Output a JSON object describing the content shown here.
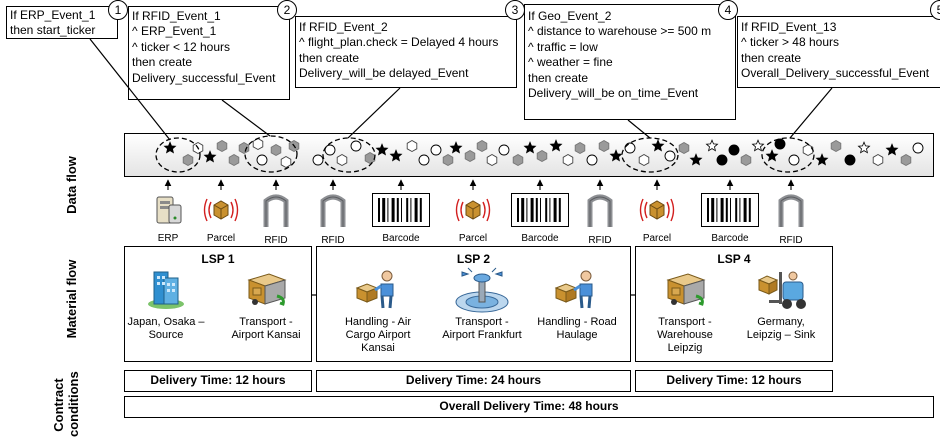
{
  "callouts": [
    {
      "number": "1",
      "lines": [
        "If ERP_Event_1",
        "then start_ticker"
      ]
    },
    {
      "number": "2",
      "lines": [
        "If RFID_Event_1",
        "^ ERP_Event_1",
        "^ ticker < 12 hours",
        "then create",
        "Delivery_successful_Event"
      ]
    },
    {
      "number": "3",
      "lines": [
        "If RFID_Event_2",
        "^ flight_plan.check = Delayed 4 hours",
        "then create",
        "Delivery_will_be delayed_Event"
      ]
    },
    {
      "number": "4",
      "lines": [
        "If Geo_Event_2",
        "^ distance to warehouse >= 500 m",
        "^ traffic = low",
        "^ weather = fine",
        "then create",
        "Delivery_will_be on_time_Event"
      ]
    },
    {
      "number": "5",
      "lines": [
        "If RFID_Event_13",
        "^ ticker > 48 hours",
        "then create",
        "Overall_Delivery_successful_Event"
      ]
    }
  ],
  "row_labels": {
    "data_flow": "Data flow",
    "material_flow": "Material flow",
    "contract_conditions": "Contract conditions"
  },
  "sources": [
    {
      "label": "ERP",
      "icon": "server-icon"
    },
    {
      "label": "Parcel",
      "icon": "parcel-icon"
    },
    {
      "label": "RFID",
      "icon": "rfid-gate-icon"
    },
    {
      "label": "RFID",
      "icon": "rfid-gate-icon"
    },
    {
      "label": "Barcode",
      "icon": "barcode-icon"
    },
    {
      "label": "Parcel",
      "icon": "parcel-icon"
    },
    {
      "label": "Barcode",
      "icon": "barcode-icon"
    },
    {
      "label": "RFID",
      "icon": "rfid-gate-icon"
    },
    {
      "label": "Parcel",
      "icon": "parcel-icon"
    },
    {
      "label": "Barcode",
      "icon": "barcode-icon"
    },
    {
      "label": "RFID",
      "icon": "rfid-gate-icon"
    }
  ],
  "lsps": [
    {
      "title": "LSP 1",
      "nodes": [
        {
          "label": "Japan, Osaka – Source",
          "icon": "building-icon"
        },
        {
          "label": "Transport - Airport Kansai",
          "icon": "truck-icon"
        }
      ]
    },
    {
      "title": "LSP 2",
      "nodes": [
        {
          "label": "Handling - Air Cargo Airport Kansai",
          "icon": "worker-icon"
        },
        {
          "label": "Transport - Airport Frankfurt",
          "icon": "airport-icon"
        },
        {
          "label": "Handling - Road Haulage",
          "icon": "worker-icon"
        }
      ]
    },
    {
      "title": "LSP 4",
      "nodes": [
        {
          "label": "Transport - Warehouse Leipzig",
          "icon": "truck-icon"
        },
        {
          "label": "Germany, Leipzig – Sink",
          "icon": "forklift-icon"
        }
      ]
    }
  ],
  "contracts": {
    "delivery_times": [
      "Delivery Time: 12 hours",
      "Delivery Time: 24 hours",
      "Delivery Time: 12 hours"
    ],
    "overall": "Overall Delivery Time: 48 hours"
  },
  "colors": {
    "hexagon": "#9a9a9a",
    "stream_bg": "#e4e4e4",
    "rfid_gate": "#8d8f93",
    "building": "#2f8fd0",
    "parcel": "#c9912f",
    "signal": "#d21f1f"
  }
}
